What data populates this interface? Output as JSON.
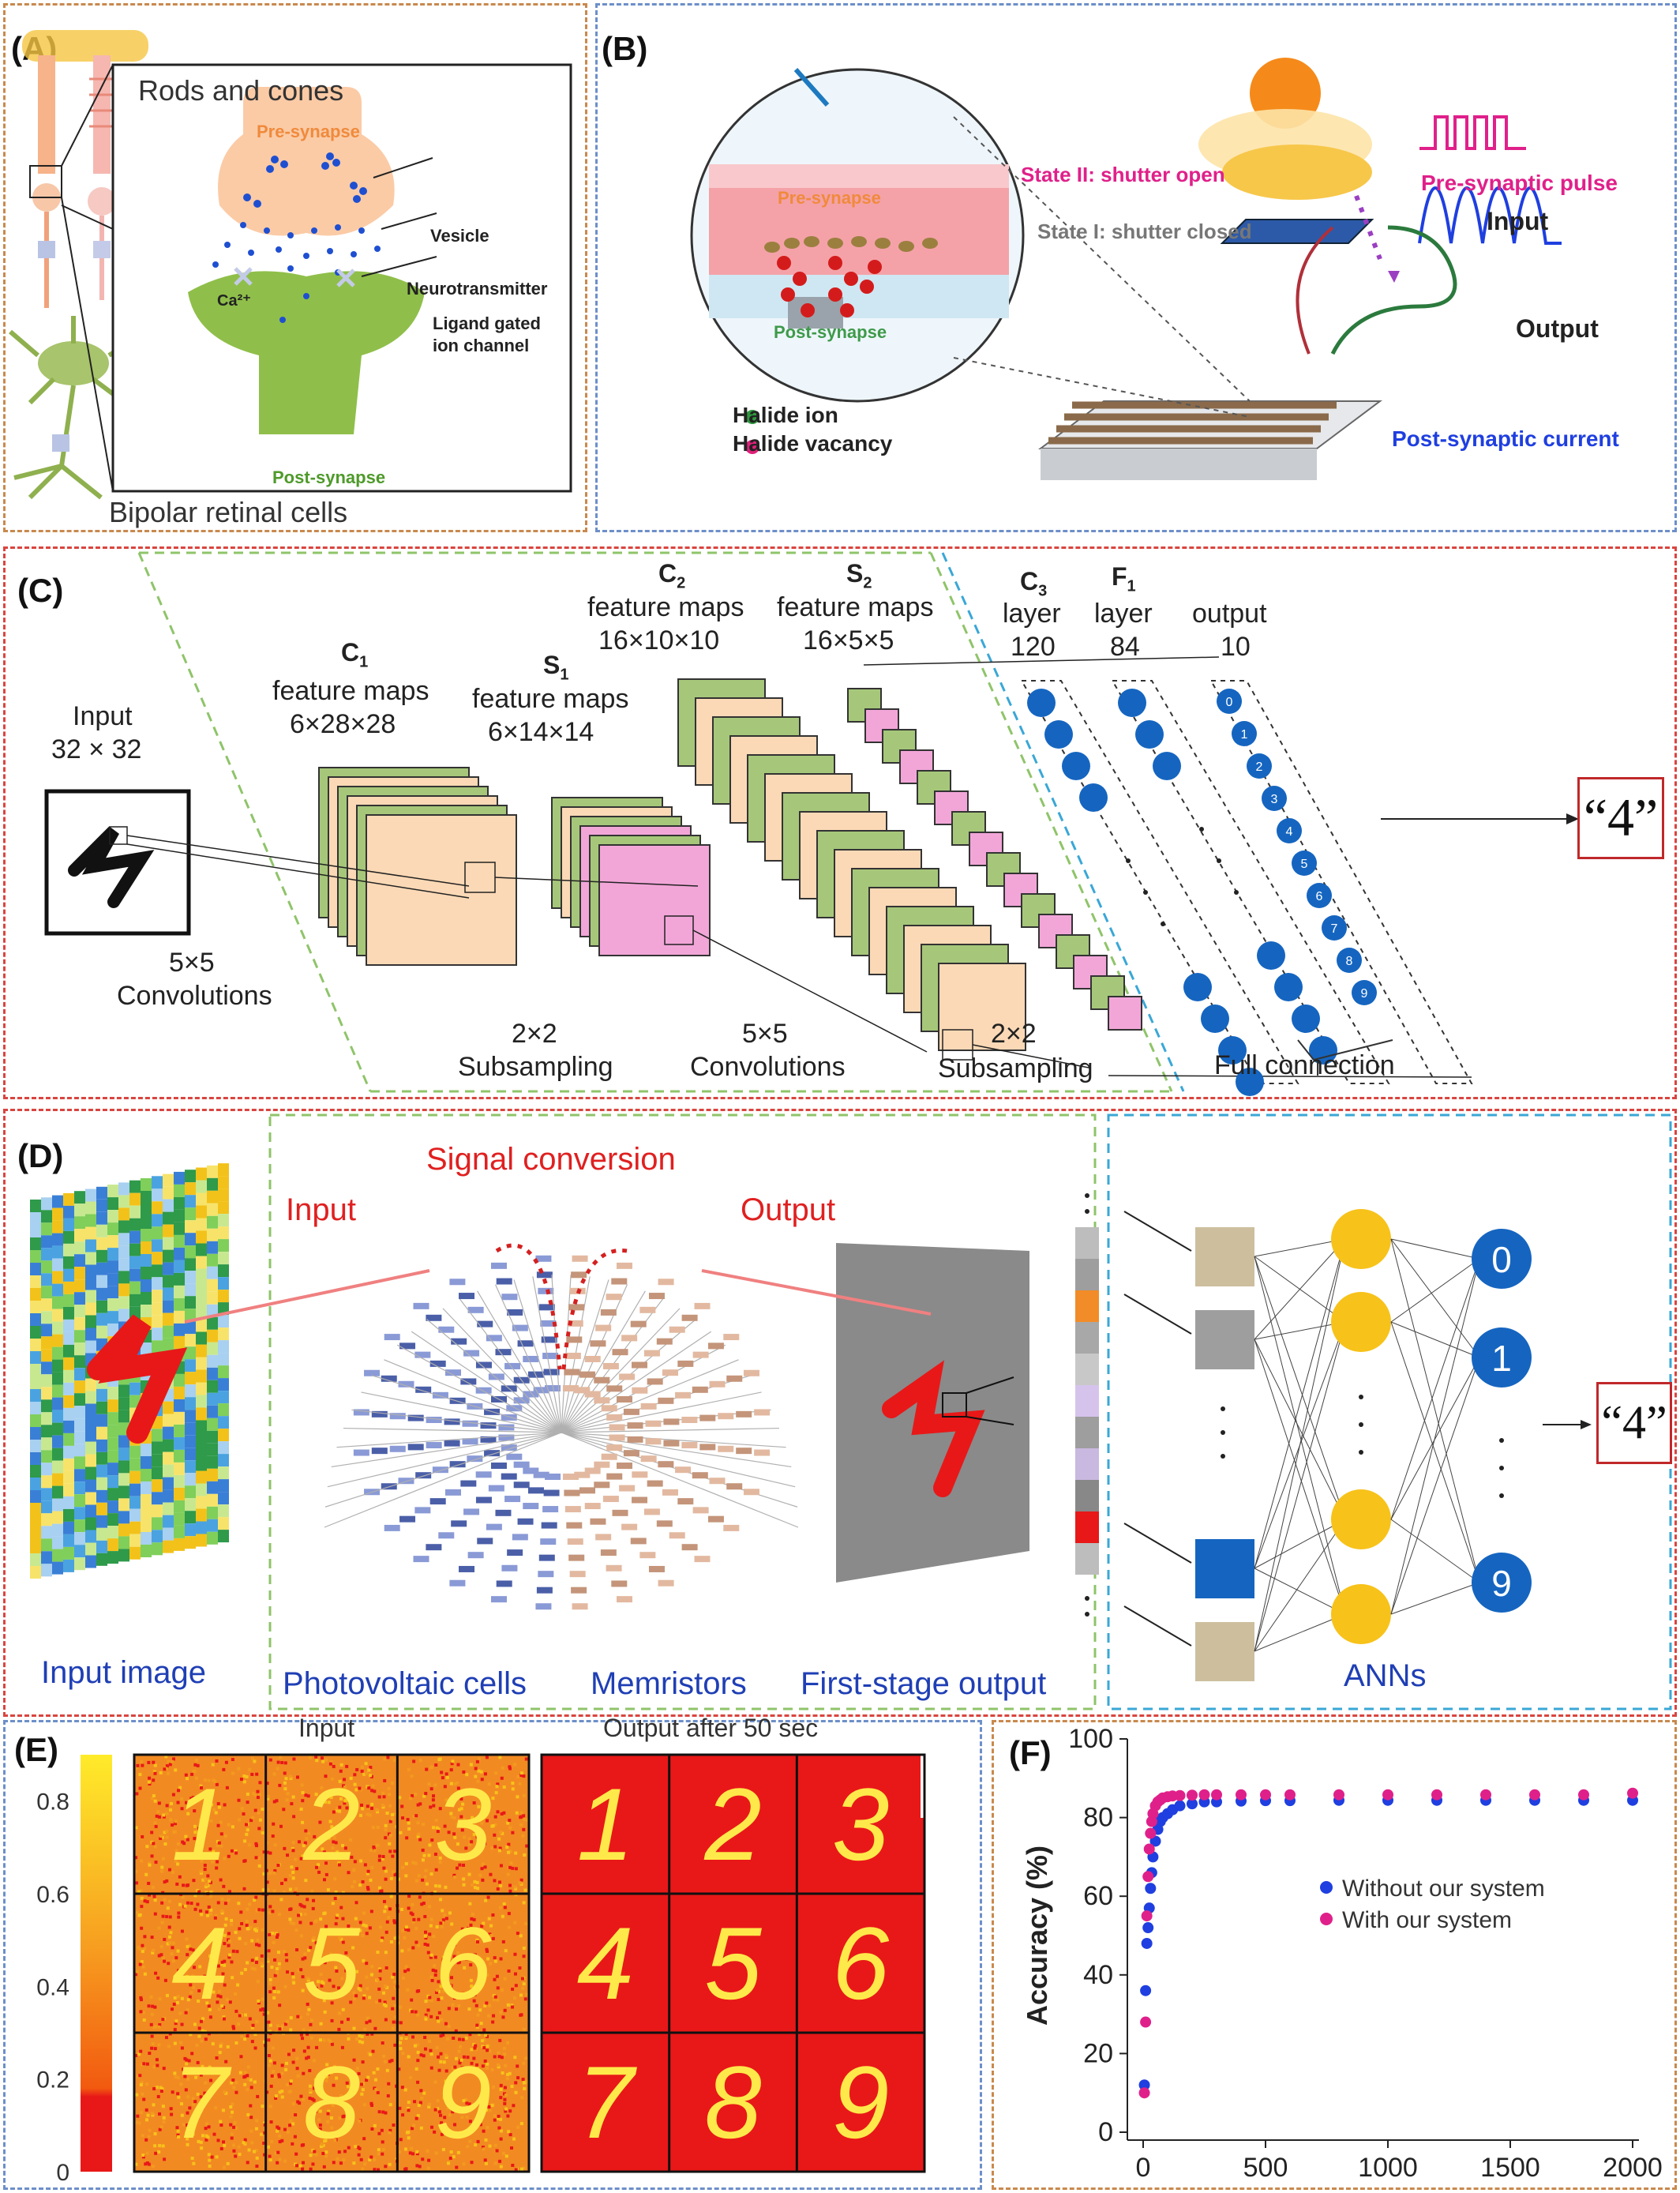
{
  "panels": {
    "a": {
      "label": "(A)",
      "rods_cones": "Rods and cones",
      "pre_synapse": "Pre-synapse",
      "vesicle": "Vesicle",
      "ca": "Ca²⁺",
      "neurotransmitter": "Neurotransmitter",
      "ligand_line1": "Ligand gated",
      "ligand_line2": "ion channel",
      "post_synapse": "Post-synapse",
      "bipolar": "Bipolar retinal cells"
    },
    "b": {
      "label": "(B)",
      "state2": "State II: shutter open",
      "state1": "State I: shutter closed",
      "pre_pulse": "Pre-synaptic pulse",
      "input": "Input",
      "output": "Output",
      "post_current": "Post-synaptic current",
      "pre_synapse": "Pre-synapse",
      "post_synapse": "Post-synapse",
      "halide_ion": "Halide ion",
      "halide_vacancy": "Halide vacancy"
    },
    "c": {
      "label": "(C)",
      "input_line1": "Input",
      "input_line2": "32 × 32",
      "c1_title": "C",
      "c1_sub": "1",
      "c1_line2": "feature maps",
      "c1_line3": "6×28×28",
      "s1_title": "S",
      "s1_sub": "1",
      "s1_line2": "feature maps",
      "s1_line3": "6×14×14",
      "c2_title": "C",
      "c2_sub": "2",
      "c2_line2": "feature maps",
      "c2_line3": "16×10×10",
      "s2_title": "S",
      "s2_sub": "2",
      "s2_line2": "feature maps",
      "s2_line3": "16×5×5",
      "c3_title": "C",
      "c3_sub": "3",
      "c3_line2": "layer",
      "c3_line3": "120",
      "f1_title": "F",
      "f1_sub": "1",
      "f1_line2": "layer",
      "f1_line3": "84",
      "out_line1": "output",
      "out_line2": "10",
      "conv1_line1": "5×5",
      "conv1_line2": "Convolutions",
      "sub1_line1": "2×2",
      "sub1_line2": "Subsampling",
      "conv2_line1": "5×5",
      "conv2_line2": "Convolutions",
      "sub2_line1": "2×2",
      "sub2_line2": "Subsampling",
      "full_conn": "Full connection",
      "result": "“4”",
      "digits": [
        "0",
        "1",
        "2",
        "3",
        "4",
        "5",
        "6",
        "7",
        "8",
        "9"
      ]
    },
    "d": {
      "label": "(D)",
      "signal_conversion": "Signal conversion",
      "input": "Input",
      "output": "Output",
      "input_image": "Input image",
      "photovoltaic": "Photovoltaic cells",
      "memristors": "Memristors",
      "first_stage": "First-stage output",
      "anns": "ANNs",
      "result": "“4”",
      "ann_outputs": [
        "0",
        "1",
        "9"
      ]
    },
    "e": {
      "label": "(E)",
      "input_title": "Input",
      "output_title": "Output after 50 sec",
      "colorbar_ticks": [
        "0.8",
        "0.6",
        "0.4",
        "0.2",
        "0"
      ],
      "digits": [
        "1",
        "2",
        "3",
        "4",
        "5",
        "6",
        "7",
        "8",
        "9"
      ]
    },
    "f": {
      "label": "(F)"
    }
  },
  "colors": {
    "orange_dash": "#c8894e",
    "blue_dash": "#6d8fc9",
    "red_dash": "#d9453f",
    "green_dash": "#8fc46a",
    "cyan_dash": "#3aa7d6",
    "neuron_blue": "#1565c0",
    "ann_yellow": "#f7c21a",
    "map_green": "#a6c77a",
    "map_peach": "#fbd9b6",
    "map_pink": "#f2a6d8",
    "series_blue": "#1f3fe0",
    "series_pink": "#e0208a"
  },
  "chart_data": {
    "type": "scatter",
    "xlabel": "",
    "ylabel": "Accuracy (%)",
    "xlim": [
      0,
      2000
    ],
    "ylim": [
      0,
      100
    ],
    "xticks": [
      "0",
      "500",
      "1000",
      "1500",
      "2000"
    ],
    "yticks": [
      "0",
      "20",
      "40",
      "60",
      "80",
      "100"
    ],
    "legend_position": "center-right",
    "series": [
      {
        "name": "Without our system",
        "color": "#1f3fe0",
        "x": [
          5,
          10,
          15,
          20,
          25,
          30,
          35,
          40,
          50,
          60,
          70,
          80,
          100,
          120,
          150,
          200,
          250,
          300,
          400,
          500,
          600,
          800,
          1000,
          1200,
          1400,
          1600,
          1800,
          2000
        ],
        "y": [
          12,
          36,
          48,
          52,
          57,
          62,
          66,
          70,
          74,
          77,
          79,
          80,
          81,
          82,
          83,
          83.5,
          84,
          84,
          84.2,
          84.3,
          84.3,
          84.4,
          84.4,
          84.4,
          84.4,
          84.4,
          84.4,
          84.4
        ]
      },
      {
        "name": "With our system",
        "color": "#e0208a",
        "x": [
          5,
          10,
          15,
          20,
          25,
          30,
          35,
          40,
          50,
          60,
          70,
          80,
          100,
          120,
          150,
          200,
          250,
          300,
          400,
          500,
          600,
          800,
          1000,
          1200,
          1400,
          1600,
          1800,
          2000
        ],
        "y": [
          10,
          28,
          55,
          65,
          72,
          76,
          79,
          81,
          83,
          84,
          84.5,
          85,
          85.3,
          85.5,
          85.6,
          85.7,
          85.8,
          85.8,
          85.8,
          85.8,
          85.8,
          85.8,
          85.8,
          85.8,
          85.8,
          85.8,
          85.8,
          86.2
        ]
      }
    ]
  }
}
